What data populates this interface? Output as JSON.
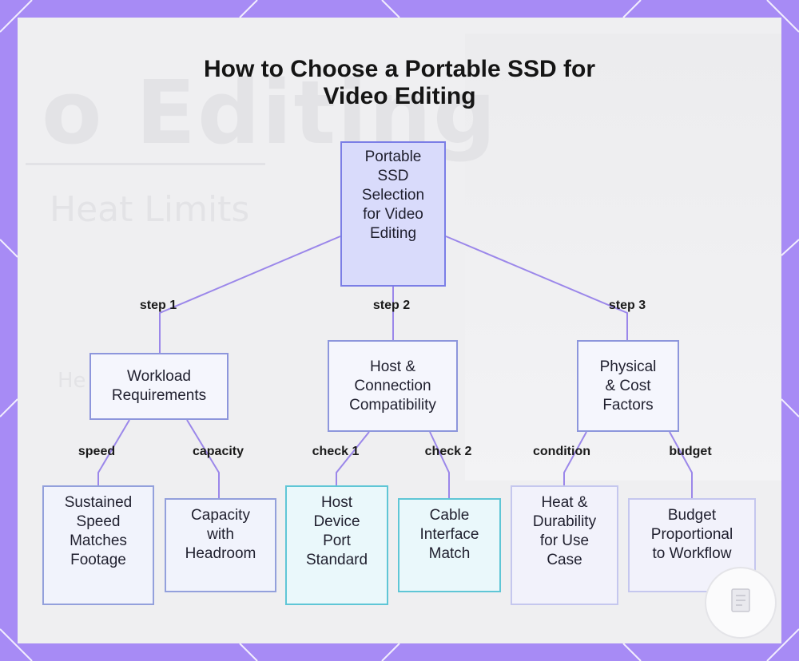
{
  "title": "How to Choose a Portable SSD for\nVideo Editing",
  "background_text": {
    "line1": "o Editing",
    "line2": "Heat Limits",
    "line3": "He"
  },
  "colors": {
    "frame": "#a78bf5",
    "edge": "#9b87ea",
    "root_fill": "#d9dbfb",
    "leaf_cyan_border": "#5fc6d6"
  },
  "nodes": {
    "root": "Portable\nSSD\nSelection\nfor Video\nEditing",
    "workload": "Workload\nRequirements",
    "host": "Host &\nConnection\nCompatibility",
    "physical": "Physical\n& Cost\nFactors",
    "speed_leaf": "Sustained\nSpeed\nMatches\nFootage",
    "capacity_leaf": "Capacity\nwith\nHeadroom",
    "port_leaf": "Host\nDevice\nPort\nStandard",
    "cable_leaf": "Cable\nInterface\nMatch",
    "heat_leaf": "Heat &\nDurability\nfor Use\nCase",
    "budget_leaf": "Budget\nProportional\nto Workflow"
  },
  "edge_labels": {
    "step1": "step 1",
    "step2": "step 2",
    "step3": "step 3",
    "speed": "speed",
    "capacity": "capacity",
    "check1": "check 1",
    "check2": "check 2",
    "condition": "condition",
    "budget": "budget"
  },
  "icons": {
    "badge": "document-icon"
  }
}
